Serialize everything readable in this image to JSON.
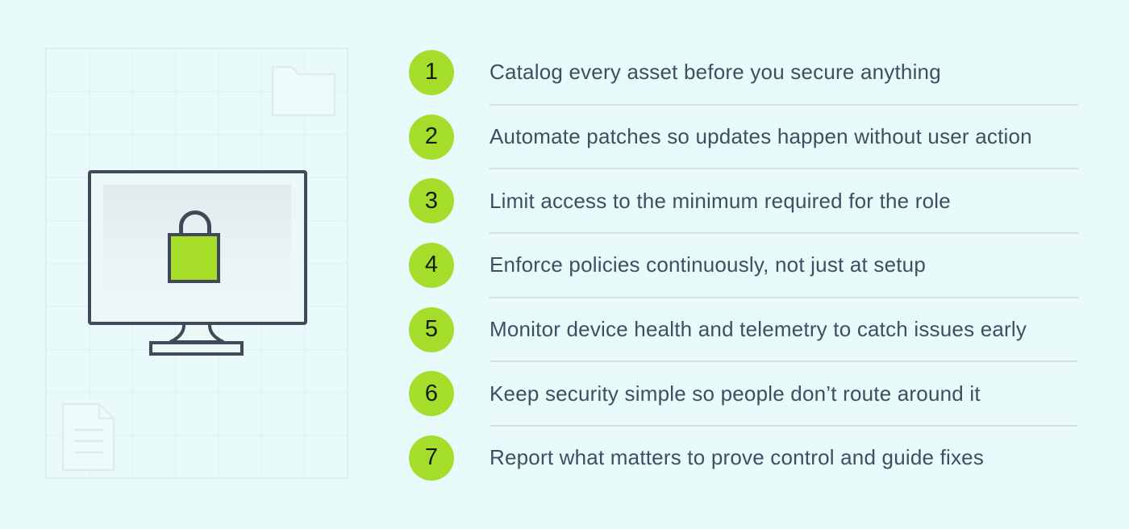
{
  "page": {
    "background_color": "#e8faf9"
  },
  "illustration": {
    "description": "monitor-with-lock-on-grid",
    "grid_line_color": "#dcebee",
    "monitor_stroke_color": "#3e4a59",
    "monitor_fill_color": "#ecf7f8",
    "screen_tint_color": "#dfe9ed",
    "lock_fill_color": "#a6de2a",
    "faint_icon_color": "#e1ebed",
    "icons": [
      "folder-outline-icon",
      "document-outline-icon",
      "monitor-icon",
      "lock-icon"
    ]
  },
  "steps": {
    "badge_color": "#a4de2b",
    "badge_number_color": "#141d12",
    "text_color": "#3f4e63",
    "divider_color": "#d7dfe2",
    "items": [
      {
        "number": "1",
        "text": "Catalog every asset before you secure anything"
      },
      {
        "number": "2",
        "text": "Automate patches so updates happen without user action"
      },
      {
        "number": "3",
        "text": "Limit access to the minimum required for the role"
      },
      {
        "number": "4",
        "text": "Enforce policies continuously, not just at setup"
      },
      {
        "number": "5",
        "text": "Monitor device health and telemetry to catch issues early"
      },
      {
        "number": "6",
        "text": "Keep security simple so people don’t route around it"
      },
      {
        "number": "7",
        "text": "Report what matters to prove control and guide fixes"
      }
    ]
  }
}
